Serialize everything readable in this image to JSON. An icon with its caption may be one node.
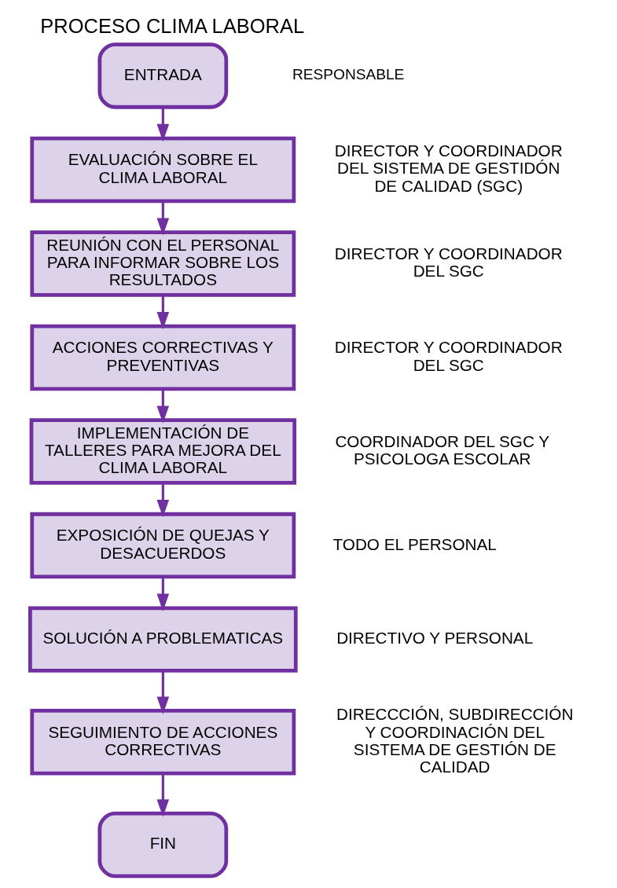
{
  "diagram": {
    "title": "PROCESO CLIMA LABORAL",
    "nodes": [
      {
        "text": [
          "ENTRADA"
        ]
      },
      {
        "text": [
          "EVALUACIÓN SOBRE EL CLIMA LABORAL"
        ],
        "beside": [
          "DIRECTOR Y COORDINADOR DEL SISTEMA DE GESTIDÓN DE CALIDAD (SGC)"
        ]
      },
      {
        "text": [
          "REUNIÓN CON EL PERSONAL PARA INFORMAR SOBRE LOS RESULTADOS"
        ],
        "beside": [
          "DIRECTOR Y COORDINADOR DEL SGC"
        ]
      },
      {
        "text": [
          "ACCIONES CORRECTIVAS Y PREVENTIVAS"
        ],
        "beside": [
          "DIRECTOR Y COORDINADOR DEL SGC"
        ]
      },
      {
        "text": [
          "IMPLEMENTACIÓN DE TALLERES PARA MEJORA DEL CLIMA LABORAL"
        ],
        "beside": [
          "COORDINADOR DEL SGC Y PSICOLOGA ESCOLAR"
        ]
      },
      {
        "text": [
          "EXPOSICIÓN DE QUEJAS Y DESACUERDOS"
        ],
        "beside": [
          "TODO EL PERSONAL"
        ]
      },
      {
        "text": [
          "SOLUCIÓN A PROBLEMATICAS"
        ],
        "beside": [
          "DIRECTIVO Y PERSONAL"
        ]
      },
      {
        "text": [
          "SEGUIMIENTO DE ACCIONES CORRECTIVAS"
        ],
        "beside": [
          "DIRECCCIÓN, SUBDIRECCIÓN Y COORDINACIÓN DEL SISTEMA DE GESTIÓN DE CALIDAD"
        ]
      },
      {
        "text": [
          "FIN"
        ]
      }
    ],
    "edges": [
      {
        "from": 0,
        "to": 1,
        "arrow": "to"
      },
      {
        "from": 1,
        "to": 2,
        "arrow": "to"
      },
      {
        "from": 2,
        "to": 3,
        "arrow": "to"
      },
      {
        "from": 3,
        "to": 4,
        "arrow": "to"
      },
      {
        "from": 4,
        "to": 5,
        "arrow": "to"
      },
      {
        "from": 5,
        "to": 6,
        "arrow": "to"
      },
      {
        "from": 6,
        "to": 7,
        "arrow": "to"
      },
      {
        "from": 7,
        "to": 8,
        "arrow": "to"
      }
    ],
    "labels": [
      "RESPONSABLE"
    ]
  }
}
